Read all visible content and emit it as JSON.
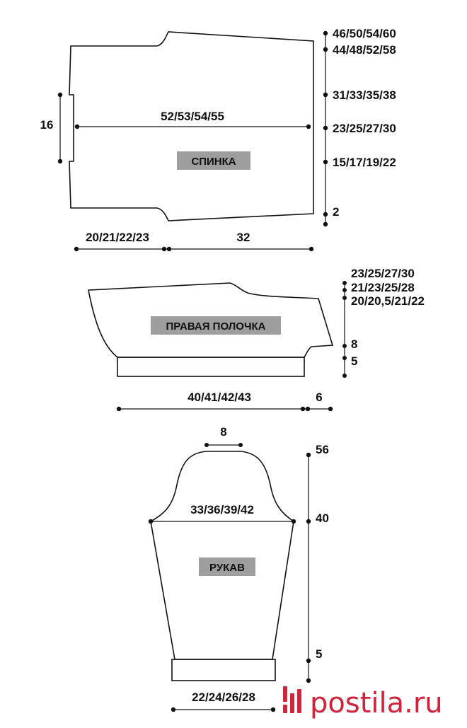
{
  "colors": {
    "line": "#111111",
    "tag_bg": "#9e9e9e",
    "brand": "#d0233c"
  },
  "back": {
    "title": "СПИНКА",
    "width_label": "52/53/54/55",
    "side_height": "16",
    "right_marks": [
      "46/50/54/60",
      "44/48/52/58",
      "31/33/35/38",
      "23/25/27/30",
      "15/17/19/22",
      "2"
    ],
    "bottom_left": "20/21/22/23",
    "bottom_right": "32"
  },
  "front": {
    "title": "ПРАВАЯ ПОЛОЧКА",
    "right_marks": [
      "23/25/27/30",
      "21/23/25/28",
      "20/20,5/21/22",
      "8",
      "5"
    ],
    "bottom_main": "40/41/42/43",
    "bottom_small": "6"
  },
  "sleeve": {
    "title": "РУКАВ",
    "top_width": "8",
    "mid_width": "33/36/39/42",
    "right_marks": [
      "56",
      "40",
      "5"
    ],
    "bottom_width": "22/24/26/28"
  },
  "watermark": "postila.ru"
}
